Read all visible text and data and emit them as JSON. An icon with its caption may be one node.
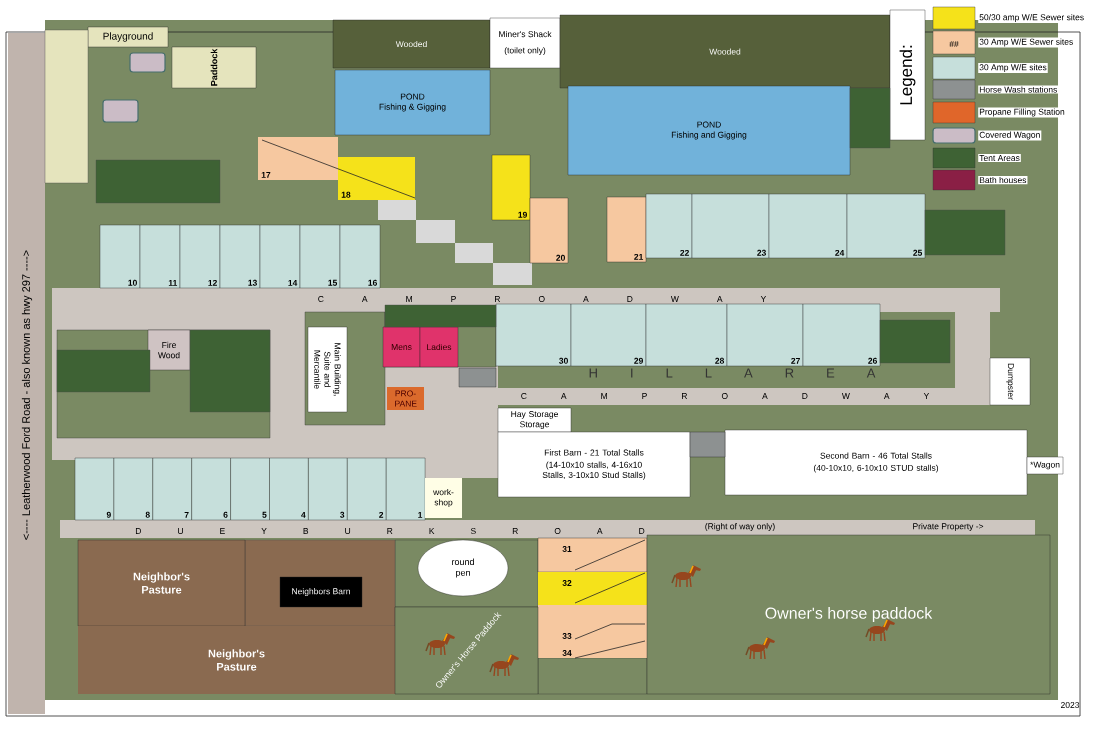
{
  "diagram": {
    "nodes": [
      {
        "text": [
          "Playground"
        ]
      },
      {
        "text": [
          "Paddock"
        ]
      },
      {
        "text": [
          "Wooded"
        ]
      },
      {
        "text": [
          "Miner's Shack",
          "(toilet only)"
        ]
      },
      {
        "text": [
          "Wooded"
        ]
      },
      {
        "text": [
          "POND",
          "Fishing & Gigging"
        ]
      },
      {
        "text": [
          "POND",
          "Fishing and Gigging"
        ]
      },
      {
        "text": [
          "17"
        ]
      },
      {
        "text": [
          "18"
        ]
      },
      {
        "text": [
          "19"
        ]
      },
      {
        "text": [
          "20"
        ]
      },
      {
        "text": [
          "21"
        ]
      },
      {
        "text": [
          "22"
        ]
      },
      {
        "text": [
          "23"
        ]
      },
      {
        "text": [
          "24"
        ]
      },
      {
        "text": [
          "25"
        ]
      },
      {
        "text": [
          "10"
        ]
      },
      {
        "text": [
          "11"
        ]
      },
      {
        "text": [
          "12"
        ]
      },
      {
        "text": [
          "13"
        ]
      },
      {
        "text": [
          "14"
        ]
      },
      {
        "text": [
          "15"
        ]
      },
      {
        "text": [
          "16"
        ]
      },
      {
        "text": [
          "Fire Wood"
        ]
      },
      {
        "text": [
          "Main Building, Suite and Mercantile"
        ]
      },
      {
        "text": [
          "Mens"
        ]
      },
      {
        "text": [
          "Ladies"
        ]
      },
      {
        "text": [
          "30"
        ]
      },
      {
        "text": [
          "29"
        ]
      },
      {
        "text": [
          "28"
        ]
      },
      {
        "text": [
          "27"
        ]
      },
      {
        "text": [
          "26"
        ]
      },
      {
        "text": [
          "PRO- PANE"
        ]
      },
      {
        "text": [
          "Dumpster"
        ]
      },
      {
        "text": [
          "Hay Storage Storage"
        ]
      },
      {
        "text": [
          "First Barn - 21 Total Stalls",
          "(14-10x10 stalls, 4-16x10 Stalls, 3-10x10 Stud Stalls)"
        ]
      },
      {
        "text": [
          "Second Barn - 46 Total Stalls",
          "(40-10x10, 6-10x10 STUD stalls)"
        ]
      },
      {
        "text": [
          "*Wagon"
        ]
      },
      {
        "text": [
          "9"
        ]
      },
      {
        "text": [
          "8"
        ]
      },
      {
        "text": [
          "7"
        ]
      },
      {
        "text": [
          "6"
        ]
      },
      {
        "text": [
          "5"
        ]
      },
      {
        "text": [
          "4"
        ]
      },
      {
        "text": [
          "3"
        ]
      },
      {
        "text": [
          "2"
        ]
      },
      {
        "text": [
          "1"
        ]
      },
      {
        "text": [
          "work- shop"
        ]
      },
      {
        "text": [
          "Neighbor's Pasture"
        ]
      },
      {
        "text": [
          "Neighbors Barn"
        ]
      },
      {
        "text": [
          "round pen"
        ]
      },
      {
        "text": [
          "31"
        ]
      },
      {
        "text": [
          "32"
        ]
      },
      {
        "text": [
          "33"
        ]
      },
      {
        "text": [
          "34"
        ]
      },
      {
        "text": [
          "Owner's horse paddock"
        ]
      },
      {
        "text": [
          "Neighbor's Pasture"
        ]
      },
      {
        "text": [
          "Owner's Horse Paddock"
        ]
      },
      {
        "text": [
          "Legend:"
        ]
      },
      {
        "text": [],
        "shape": "box"
      },
      {
        "text": [],
        "shape": "box"
      },
      {
        "text": [],
        "shape": "box"
      },
      {
        "text": [],
        "shape": "box"
      },
      {
        "text": [],
        "shape": "box"
      },
      {
        "text": [],
        "shape": "box"
      },
      {
        "text": [],
        "shape": "box"
      },
      {
        "text": [],
        "shape": "box"
      },
      {
        "text": [],
        "shape": "box"
      },
      {
        "text": [],
        "shape": "box"
      },
      {
        "text": [],
        "shape": "box"
      },
      {
        "text": [],
        "shape": "box"
      }
    ],
    "labels": [
      "##",
      "<---- Leatherwood Ford Road - also known as hwy 297 ---->",
      "C A M P R O A D W A Y",
      "H I L L A R E A",
      "C A M P R O A D W A Y",
      "D U E Y B U R K S R O A D",
      "(Right of way only)",
      "Private Property ->",
      "2023"
    ],
    "legend": [
      {
        "text": "50/30 amp W/E Sewer sites",
        "color": "#f5e21a"
      },
      {
        "text": "30 Amp W/E Sewer sites",
        "color": "#f6c8a0"
      },
      {
        "text": "30 Amp W/E sites",
        "color": "#c6dfdb"
      },
      {
        "text": "Horse Wash stations",
        "color": "#8d9191"
      },
      {
        "text": "Propane Filling Station",
        "color": "#e0662a"
      },
      {
        "text": "Covered Wagon",
        "color": "#cbbcc6"
      },
      {
        "text": "Tent Areas",
        "color": "#3e6234"
      },
      {
        "text": "Bath houses",
        "color": "#8a1f45"
      }
    ]
  }
}
